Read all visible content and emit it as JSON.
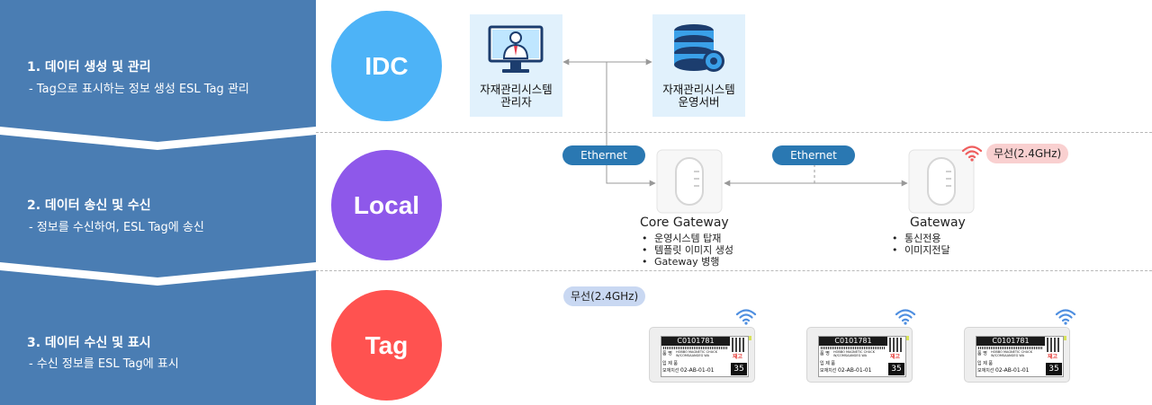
{
  "steps": [
    {
      "title": "1. 데이터 생성 및 관리",
      "desc": "- Tag으로 표시하는 정보 생성 ESL Tag 관리"
    },
    {
      "title": "2. 데이터 송신 및 수신",
      "desc": "- 정보를 수신하여, ESL Tag에 송신"
    },
    {
      "title": "3. 데이터 수신 및 표시",
      "desc": "- 수신 정보를 ESL Tag에 표시"
    }
  ],
  "zones": [
    {
      "label": "IDC",
      "color": "#4db3f7"
    },
    {
      "label": "Local",
      "color": "#8e58ea"
    },
    {
      "label": "Tag",
      "color": "#ff5250"
    }
  ],
  "idc": {
    "admin_label_1": "자재관리시스템",
    "admin_label_2": "관리자",
    "server_label_1": "자재관리시스템",
    "server_label_2": "운영서버"
  },
  "local": {
    "ethernet_1": "Ethernet",
    "ethernet_2": "Ethernet",
    "wireless_gw": "무선(2.4GHz)",
    "core_gateway": {
      "name": "Core Gateway",
      "features": [
        "운영시스템 탑재",
        "템플릿 이미지 생성",
        "Gateway 병행"
      ]
    },
    "gateway": {
      "name": "Gateway",
      "features": [
        "통신전용",
        "이미지전달"
      ]
    }
  },
  "tag": {
    "wireless": "무선(2.4GHz)",
    "esl": {
      "code": "C0101781",
      "name_label": "품 명",
      "product_line_1": "HOBBO MAGNETIC CHUCK",
      "product_line_2": "W/COMSAANGEG WA",
      "stock_label": "재고",
      "row_2_label": "입 제 품",
      "row_3_label": "모재치선",
      "location": "02-AB-01-01",
      "quantity": "35"
    }
  },
  "colors": {
    "step_bg": "#4a7db3",
    "box_bg": "#e1f1fc",
    "ethernet_pill": "#2a78b2",
    "wifi_red": "#ef5d5d",
    "wifi_blue": "#4f8fe0"
  }
}
